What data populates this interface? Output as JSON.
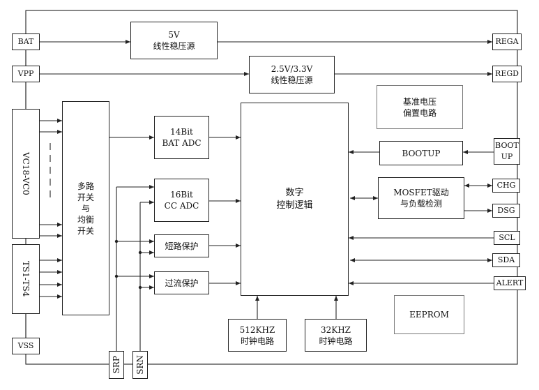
{
  "pins": {
    "bat": "BAT",
    "vpp": "VPP",
    "vc": "VC18-VC0",
    "ts": "TS1-TS4",
    "vss": "VSS",
    "srp": "SRP",
    "srn": "SRN",
    "rega": "REGA",
    "regd": "REGD",
    "bootup": [
      "BOOT",
      "UP"
    ],
    "chg": "CHG",
    "dsg": "DSG",
    "scl": "SCL",
    "sda": "SDA",
    "alert": "ALERT"
  },
  "blocks": {
    "ldo5v": [
      "5V",
      "线性稳压源"
    ],
    "ldo33": [
      "2.5V/3.3V",
      "线性稳压源"
    ],
    "bias": [
      "基准电压",
      "偏置电路"
    ],
    "mux": [
      "多路",
      "开关",
      "与",
      "均衡",
      "开关"
    ],
    "adc14": [
      "14Bit",
      "BAT ADC"
    ],
    "adc16": [
      "16Bit",
      "CC ADC"
    ],
    "short": "短路保护",
    "overcur": "过流保护",
    "logic": [
      "数字",
      "控制逻辑"
    ],
    "bootup": "BOOTUP",
    "mosfet": [
      "MOSFET驱动",
      "与负载检测"
    ],
    "eeprom": "EEPROM",
    "clk512": [
      "512KHZ",
      "时钟电路"
    ],
    "clk32": [
      "32KHZ",
      "时钟电路"
    ]
  }
}
